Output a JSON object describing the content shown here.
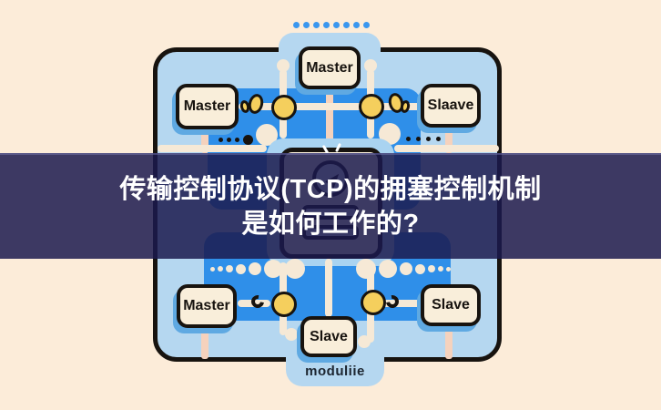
{
  "banner": {
    "line1": "传输控制协议(TCP)的拥塞控制机制",
    "line2": "是如何工作的?"
  },
  "diagram": {
    "boxes": [
      {
        "id": "master-top",
        "label": "Master"
      },
      {
        "id": "master-left",
        "label": "Master"
      },
      {
        "id": "slave-right",
        "label": "Slaave"
      },
      {
        "id": "master-bottom-left",
        "label": "Master"
      },
      {
        "id": "slave-bottom-right",
        "label": "Slave"
      },
      {
        "id": "slave-bottom-center",
        "label": "Slave"
      }
    ]
  },
  "footer": {
    "brand": "moduliie"
  },
  "palette": {
    "bg": "#fcecd9",
    "panel-fill": "#b5d7f0",
    "halo-blue": "#a9d3f1",
    "band-blue": "#2f8fe9",
    "line-cream": "#f6e9d6",
    "line-pink": "#f5d2bd",
    "node-yellow": "#f5cf5d",
    "dot-blue": "#3a97ef",
    "box-fill": "#f9eeda",
    "ink": "#17130f",
    "shadow-blue": "#5fa9e2",
    "banner-bg": "rgba(27,26,78,0.85)",
    "banner-text": "#ffffff",
    "footer-text": "#1c2530"
  }
}
